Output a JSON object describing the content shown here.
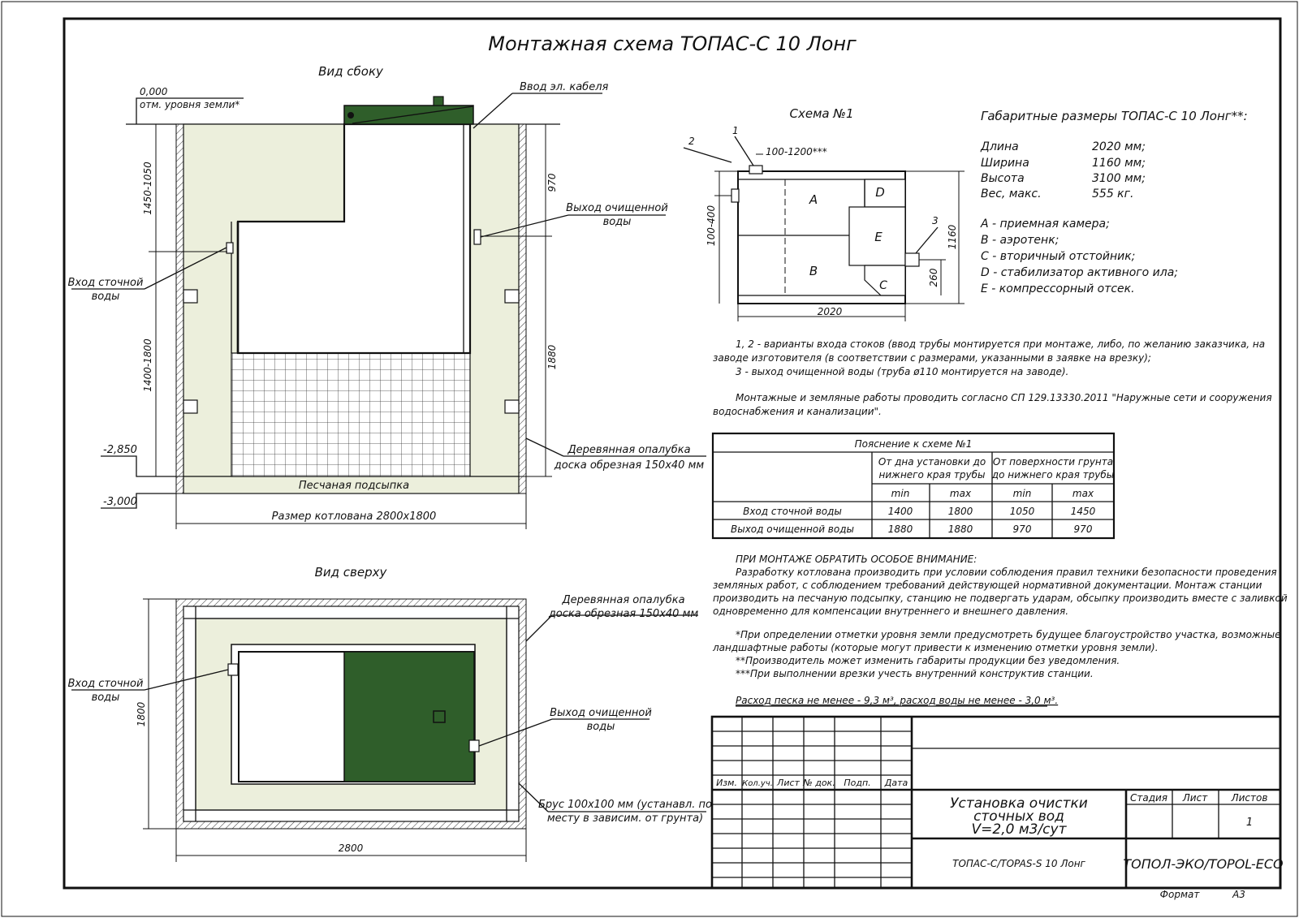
{
  "title": "Монтажная схема ТОПАС-С 10 Лонг",
  "side_view": {
    "heading": "Вид сбоку",
    "ground_level_value": "0,000",
    "ground_level_label": "отм. уровня земли*",
    "cable_inlet": "Ввод эл. кабеля",
    "dim_1450_1050": "1450-1050",
    "dim_1400_1800": "1400-1800",
    "dim_970": "970",
    "dim_1880": "1880",
    "outlet_label": [
      "Выход очищенной",
      "воды"
    ],
    "inlet_label": [
      "Вход сточной",
      "воды"
    ],
    "formwork_label": [
      "Деревянная опалубка",
      "доска обрезная 150х40 мм"
    ],
    "level_2850": "-2,850",
    "level_3000": "-3,000",
    "sand_bed": "Песчаная подсыпка",
    "pit_size": "Размер котлована 2800х1800"
  },
  "top_view": {
    "heading": "Вид сверху",
    "formwork_label": [
      "Деревянная опалубка",
      "доска обрезная 150х40 мм"
    ],
    "inlet_label": [
      "Вход сточной",
      "воды"
    ],
    "outlet_label": [
      "Выход очищенной",
      "воды"
    ],
    "beam_label": [
      "Брус 100х100 мм (устанавл. по",
      "месту в зависим. от грунта)"
    ],
    "dim_1800": "1800",
    "dim_2800": "2800"
  },
  "scheme1": {
    "heading": "Схема №1",
    "n1": "1",
    "n2": "2",
    "n3": "3",
    "dim_top": "100-1200***",
    "dim_left": "100-400",
    "dim_width": "2020",
    "dim_height": "1160",
    "dim_260": "260",
    "letters": {
      "A": "A",
      "B": "B",
      "C": "C",
      "D": "D",
      "E": "E"
    }
  },
  "specs": {
    "heading": "Габаритные размеры ТОПАС-С 10 Лонг**:",
    "rows": [
      {
        "k": "Длина",
        "v": "2020 мм;"
      },
      {
        "k": "Ширина",
        "v": "1160 мм;"
      },
      {
        "k": "Высота",
        "v": "3100 мм;"
      },
      {
        "k": "Вес, макс.",
        "v": "555 кг."
      }
    ],
    "legend": [
      "А - приемная камера;",
      "В - аэротенк;",
      "С - вторичный отстойник;",
      "D - стабилизатор активного ила;",
      "Е - компрессорный отсек."
    ]
  },
  "notes": [
    "1, 2 - варианты входа  стоков (ввод трубы монтируется при монтаже, либо, по желанию заказчика, на",
    "заводе изготовителя (в соответствии с размерами, указанными в заявке на врезку);",
    "3 - выход очищенной воды (труба ø110 монтируется на заводе).",
    "Монтажные и земляные работы проводить согласно СП 129.13330.2011 \"Наружные сети и сооружения",
    "водоснабжения и канализации\"."
  ],
  "table": {
    "title": "Пояснение к схеме №1",
    "group1": [
      "От дна установки до",
      "нижнего края трубы"
    ],
    "group2": [
      "От поверхности грунта",
      "до нижнего края трубы"
    ],
    "sub": [
      "min",
      "max",
      "min",
      "max"
    ],
    "rows": [
      {
        "label": "Вход сточной воды",
        "values": [
          "1400",
          "1800",
          "1050",
          "1450"
        ]
      },
      {
        "label": "Выход очищенной воды",
        "values": [
          "1880",
          "1880",
          "970",
          "970"
        ]
      }
    ]
  },
  "attention": {
    "heading": "ПРИ МОНТАЖЕ ОБРАТИТЬ ОСОБОЕ ВНИМАНИЕ:",
    "lines": [
      "Разработку котлована производить при условии соблюдения правил техники безопасности проведения",
      "земляных работ, с соблюдением требований действующей нормативной документации. Монтаж станции",
      "производить на песчаную подсыпку, станцию не подвергать ударам, обсыпку производить вместе с заливкой",
      "одновременно для компенсации внутреннего и внешнего давления."
    ],
    "footnotes": [
      "*При определении отметки уровня земли предусмотреть будущее благоустройство участка, возможные",
      "ландшафтные работы (которые могут привести к изменению отметки уровня земли).",
      "**Производитель может изменить габариты продукции без уведомления.",
      "***При выполнении врезки учесть внутренний конструктив станции."
    ],
    "consumption": "Расход песка не менее - 9,3 м³, расход воды не менее - 3,0 м³."
  },
  "title_block": {
    "cols": [
      "Изм.",
      "Кол.уч.",
      "Лист",
      "№ док.",
      "Подп.",
      "Дата"
    ],
    "product": [
      "Установка очистки",
      "сточных вод",
      "V=2,0 м3/сут"
    ],
    "stage": "Стадия",
    "sheet": "Лист",
    "sheets": "Листов",
    "sheets_value": "1",
    "model": "ТОПАС-С/TOPAS-S 10 Лонг",
    "company": "ТОПОЛ-ЭКО/TOPOL-ECO",
    "format_label": "Формат",
    "format_value": "А3"
  }
}
